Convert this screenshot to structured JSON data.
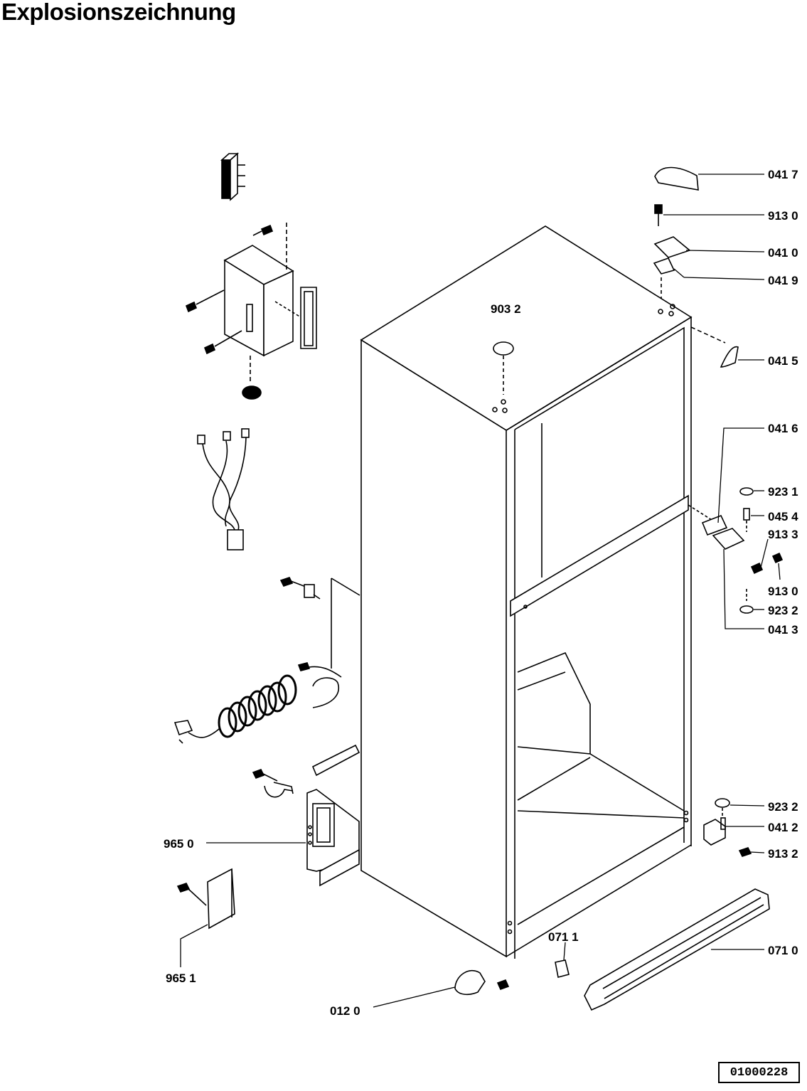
{
  "title": "Explosionszeichnung",
  "doc_number": "01000228",
  "labels": {
    "p0417": "041 7",
    "p9130a": "913 0",
    "p0410": "041 0",
    "p0419": "041 9",
    "p9032": "903 2",
    "p0415": "041 5",
    "p0416": "041 6",
    "p9231": "923 1",
    "p0454": "045 4",
    "p9133": "913 3",
    "p9130b": "913 0",
    "p9232a": "923 2",
    "p0413": "041 3",
    "p9232b": "923 2",
    "p0412": "041 2",
    "p9132": "913 2",
    "p9650": "965 0",
    "p9651": "965 1",
    "p0711": "071 1",
    "p0710": "071 0",
    "p0120": "012 0"
  }
}
